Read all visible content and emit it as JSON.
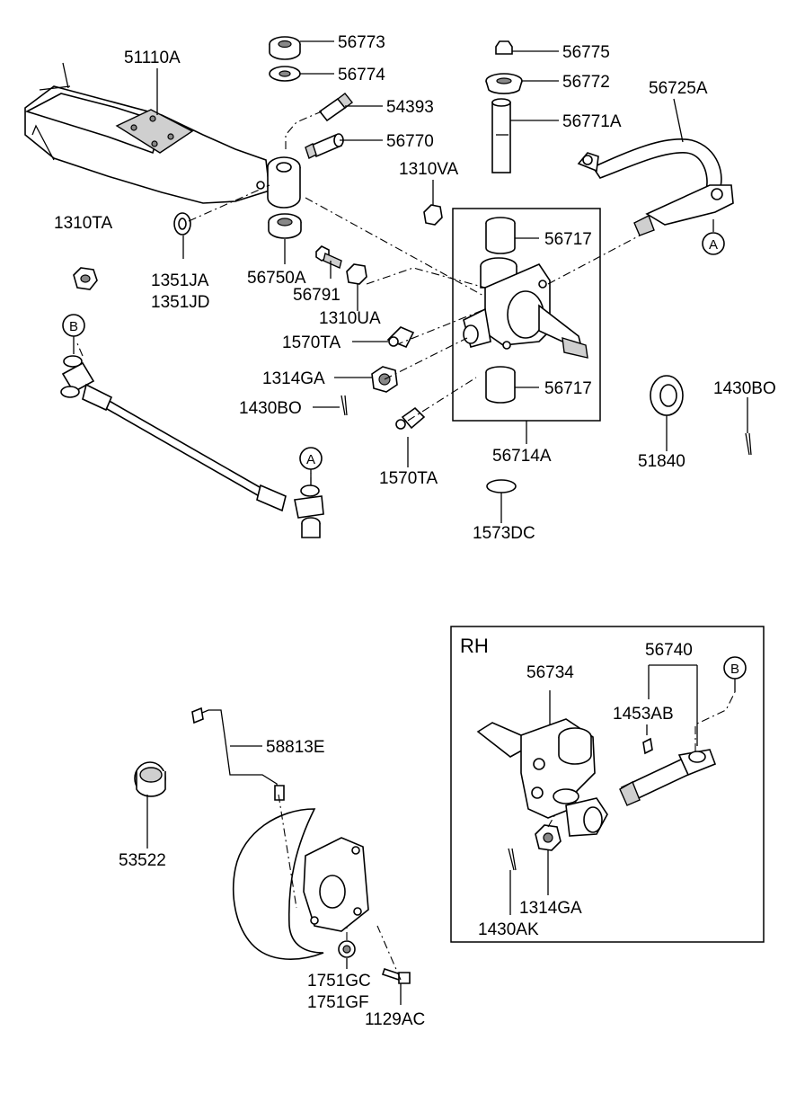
{
  "diagram": {
    "inset_title": "RH",
    "part_numbers": {
      "crossmember": "51110A",
      "bushing_upper": "56773",
      "washer_upper": "56774",
      "bolt_54393": "54393",
      "pin_56770": "56770",
      "nut_1310va": "1310VA",
      "nut_1310ta": "1310TA",
      "washer_1351ja": "1351JA",
      "washer_1351jd": "1351JD",
      "bushing_lower": "56750A",
      "bolt_56791": "56791",
      "nut_1310ua": "1310UA",
      "grease_fitting_upper": "1570TA",
      "nut_1314ga": "1314GA",
      "cotter_pin_left": "1430BO",
      "cap_56775": "56775",
      "seal_56772": "56772",
      "kingpin_56771a": "56771A",
      "drag_link_56725a": "56725A",
      "bushing_top_56717": "56717",
      "bushing_bottom_56717": "56717",
      "knuckle_assy": "56714A",
      "grease_fitting_lower": "1570TA",
      "o_ring": "1573DC",
      "oil_seal": "51840",
      "cotter_pin_right": "1430BO",
      "brake_tube": "58813E",
      "dust_cap": "53522",
      "washer_1751gc": "1751GC",
      "washer_1751gf": "1751GF",
      "bolt_1129ac": "1129AC",
      "rh_knuckle": "56734",
      "rh_tie_rod_end": "56740",
      "rh_key": "1453AB",
      "rh_nut": "1314GA",
      "rh_cotter_pin": "1430AK"
    },
    "reference_markers": {
      "marker_a_upper": "A",
      "marker_a_lower": "A",
      "marker_b_left": "B",
      "marker_b_rh": "B"
    }
  }
}
